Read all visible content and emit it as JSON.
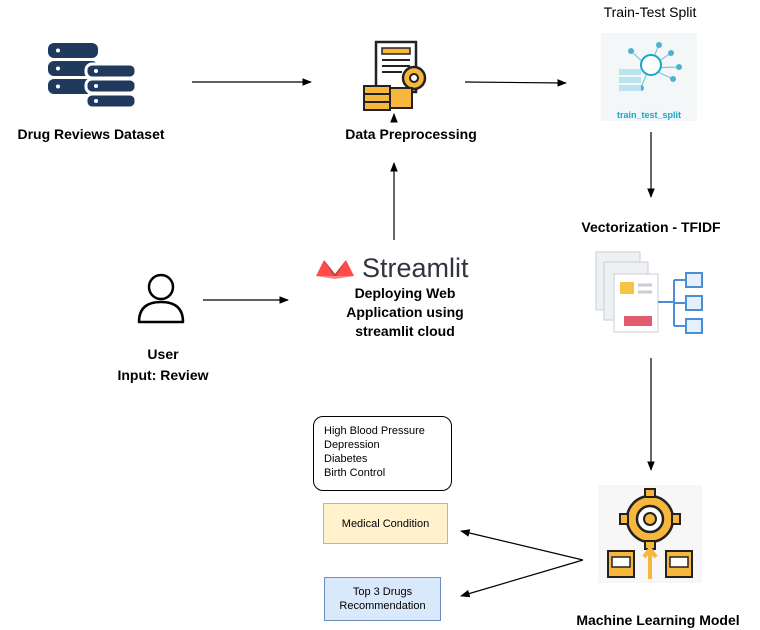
{
  "nodes": {
    "dataset": {
      "label": "Drug Reviews Dataset",
      "icon": "database-icon",
      "color": "#1f3a5c"
    },
    "preprocessing": {
      "label": "Data Preprocessing",
      "icon": "document-gear-icon"
    },
    "split": {
      "title": "Train-Test Split",
      "icon_text": "train_test_split",
      "color": "#16a8c7"
    },
    "vectorization": {
      "label": "Vectorization - TFIDF",
      "icon": "documents-tree-icon"
    },
    "ml_model": {
      "label": "Machine Learning Model",
      "icon": "gear-chip-icon"
    },
    "user": {
      "label_line1": "User",
      "label_line2": "Input: Review",
      "icon": "user-icon"
    },
    "streamlit": {
      "brand": "Streamlit",
      "brand_color": "#ff4b4b",
      "line1": "Deploying Web",
      "line2": "Application using",
      "line3": "streamlit cloud"
    },
    "conditions": {
      "items": [
        "High Blood Pressure",
        "Depression",
        "Diabetes",
        "Birth Control"
      ]
    },
    "medical_condition": {
      "label": "Medical Condition"
    },
    "top_drugs": {
      "line1": "Top 3 Drugs",
      "line2": "Recommendation"
    }
  },
  "edges": [
    [
      "dataset",
      "preprocessing"
    ],
    [
      "preprocessing",
      "split"
    ],
    [
      "split",
      "vectorization"
    ],
    [
      "vectorization",
      "ml_model"
    ],
    [
      "user",
      "streamlit"
    ],
    [
      "streamlit",
      "preprocessing"
    ],
    [
      "ml_model",
      "medical_condition"
    ],
    [
      "ml_model",
      "top_drugs"
    ]
  ]
}
